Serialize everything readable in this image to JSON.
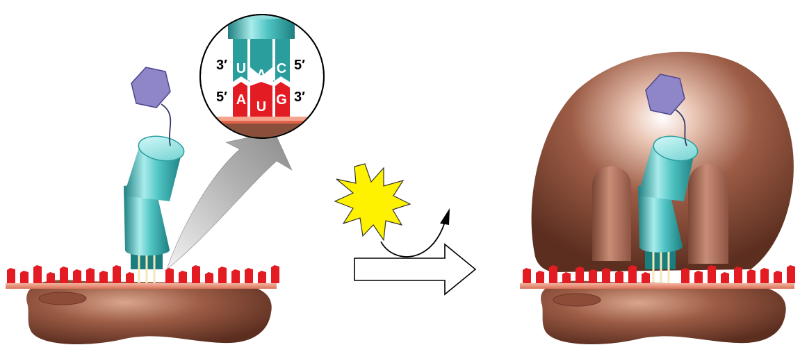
{
  "inset": {
    "anticodon": [
      "U",
      "A",
      "C"
    ],
    "codon": [
      "A",
      "U",
      "G"
    ],
    "anticodon_left_end": "3′",
    "anticodon_right_end": "5′",
    "codon_left_end": "5′",
    "codon_right_end": "3′"
  },
  "colors": {
    "mrna_red": "#e31b23",
    "trna_teal": "#2a9d9d",
    "ribosome_brown": "#8a4f3a",
    "methionine_purple": "#8e86c6",
    "gtp_yellow": "#fff200",
    "arrow_gray": "#9a9a9a"
  },
  "icons": {
    "gtp_burst": "starburst-icon",
    "reaction_arrow": "hollow-right-arrow-icon",
    "energy_release": "curved-arrow-icon"
  }
}
